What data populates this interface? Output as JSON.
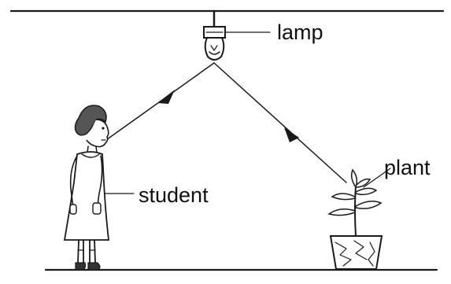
{
  "labels": {
    "lamp": "lamp",
    "plant": "plant",
    "student": "student"
  },
  "colors": {
    "ink": "#1a1a1a",
    "background": "#ffffff"
  }
}
